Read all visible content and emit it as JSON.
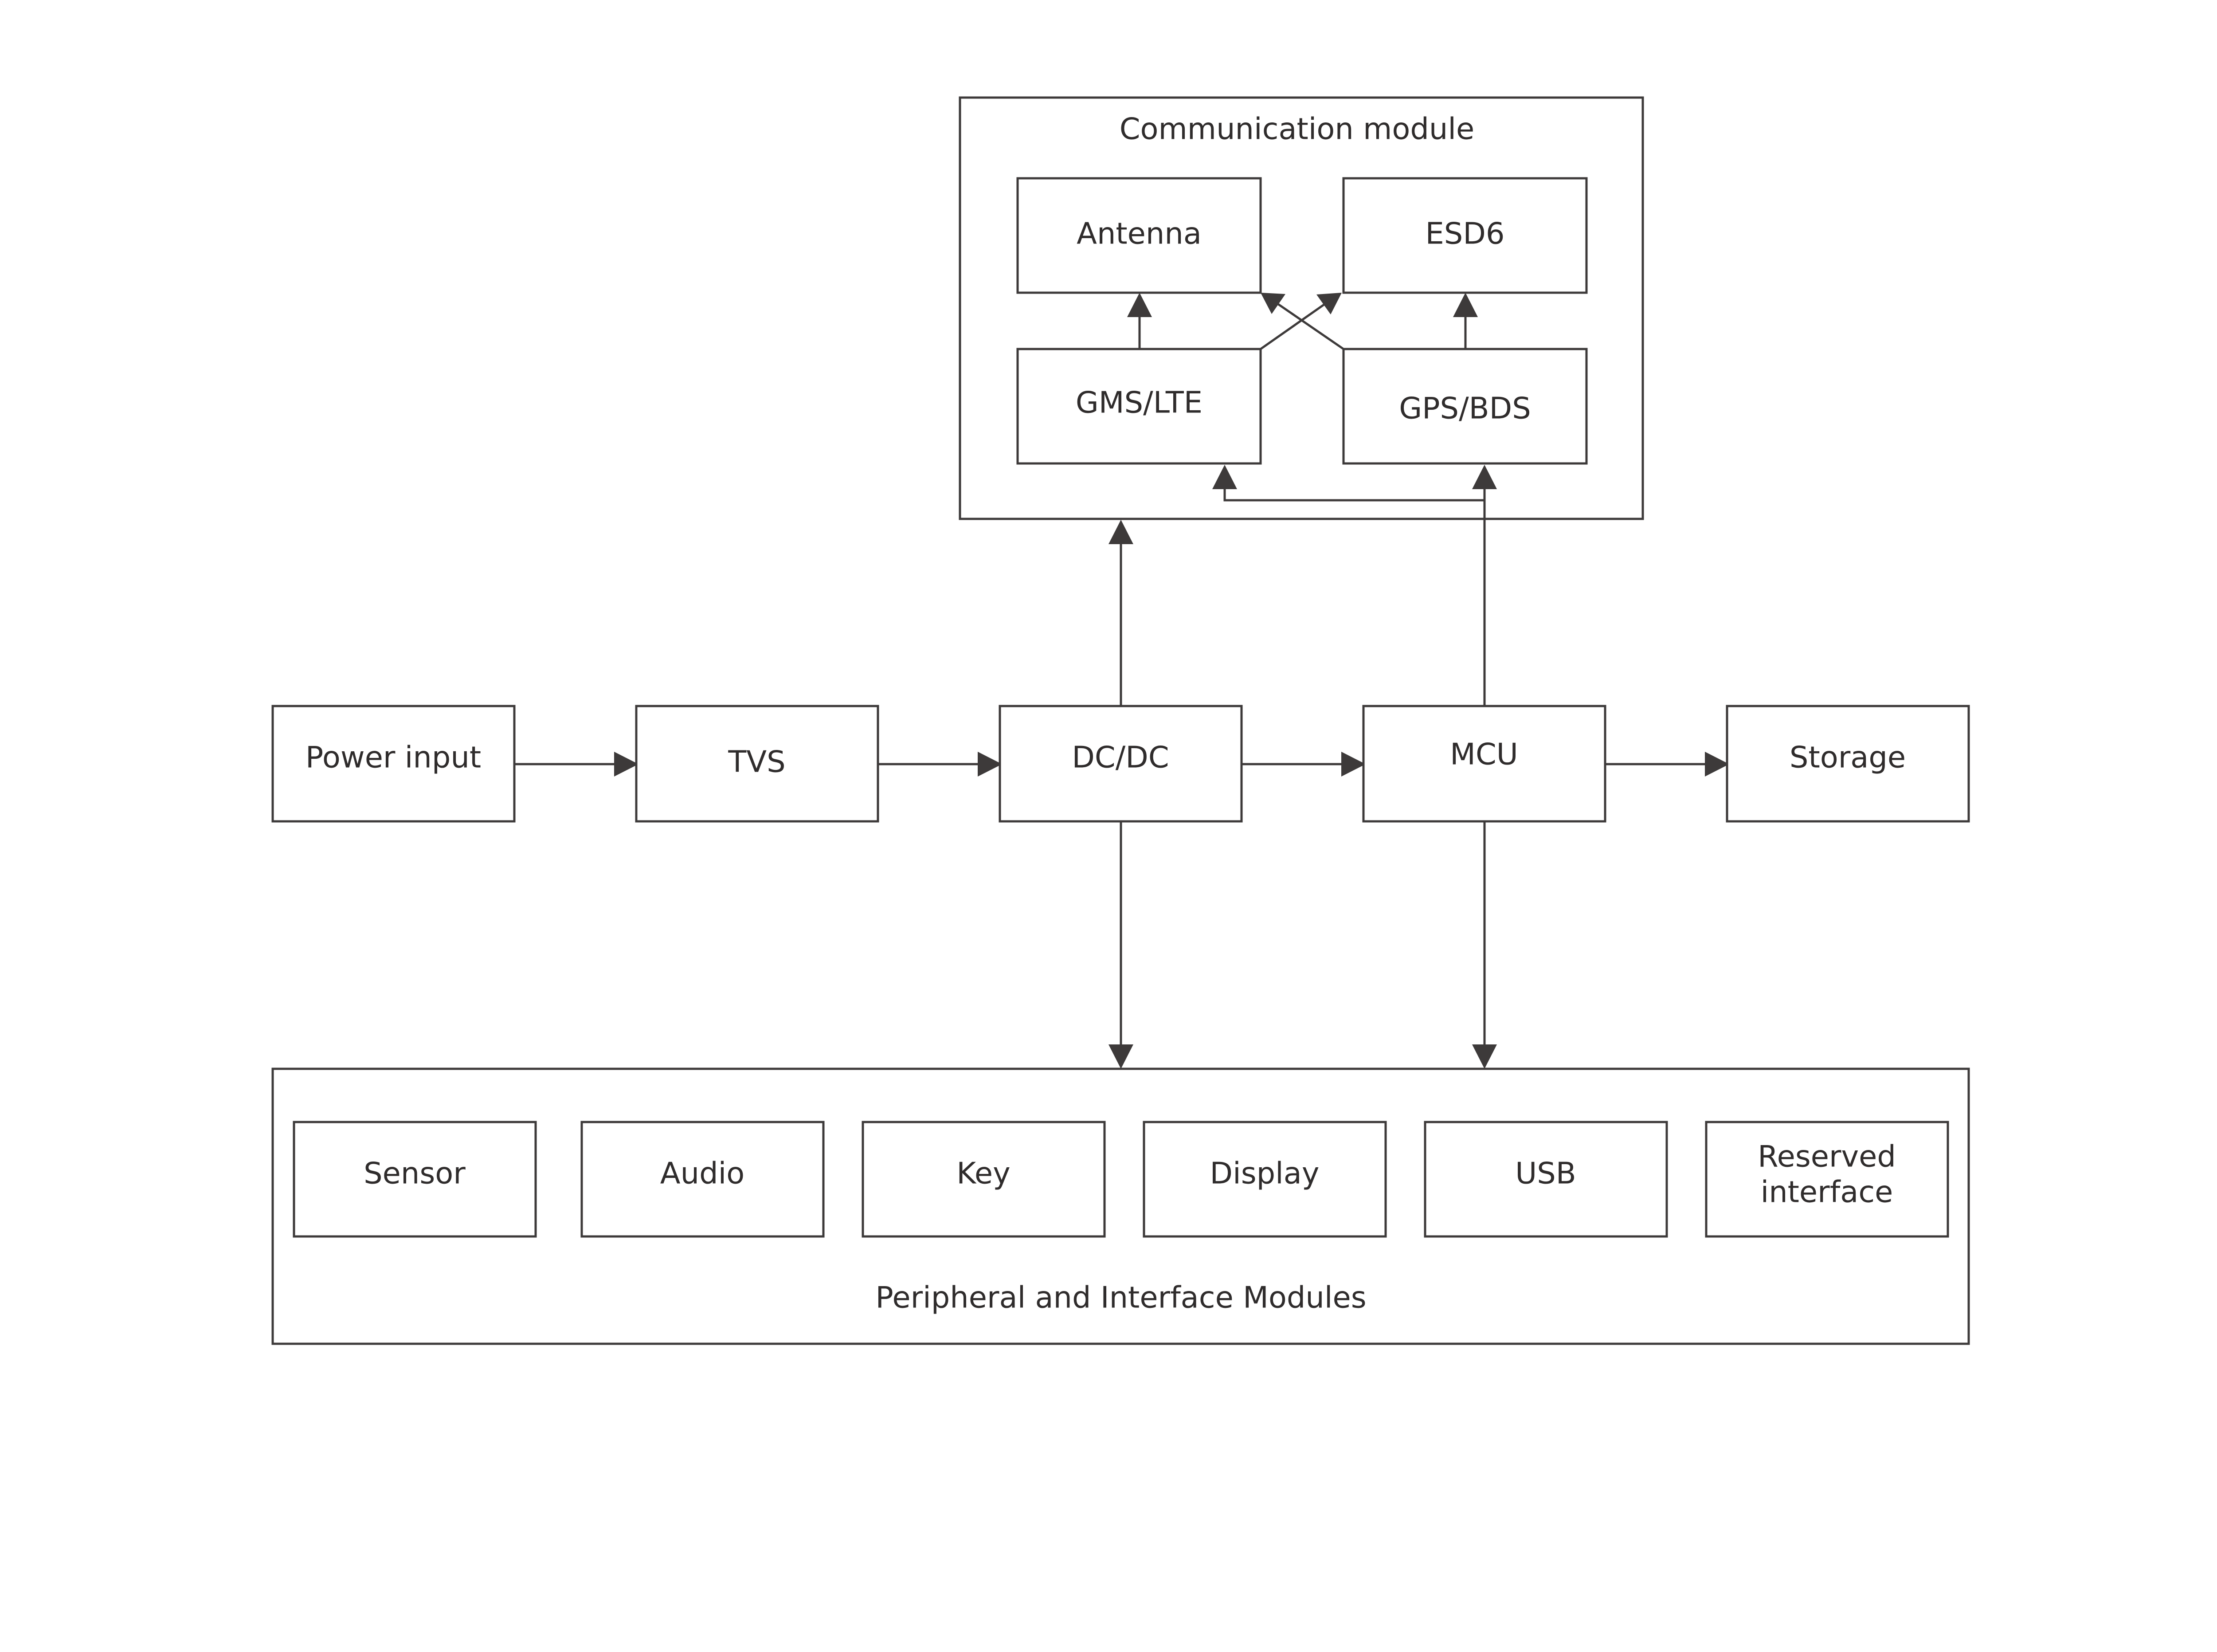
{
  "groups": {
    "communication": "Communication module",
    "peripheral": "Peripheral and Interface Modules"
  },
  "blocks": {
    "antenna": "Antenna",
    "esd6": "ESD6",
    "gms_lte": "GMS/LTE",
    "gps_bds": "GPS/BDS",
    "power_input": "Power input",
    "tvs": "TVS",
    "dcdc": "DC/DC",
    "mcu": "MCU",
    "storage": "Storage",
    "sensor": "Sensor",
    "audio": "Audio",
    "key": "Key",
    "display": "Display",
    "usb": "USB",
    "reserved_line1": "Reserved",
    "reserved_line2": "interface"
  },
  "colors": {
    "stroke": "#3d3a3a",
    "text": "#2f2c2c",
    "background": "#ffffff"
  }
}
